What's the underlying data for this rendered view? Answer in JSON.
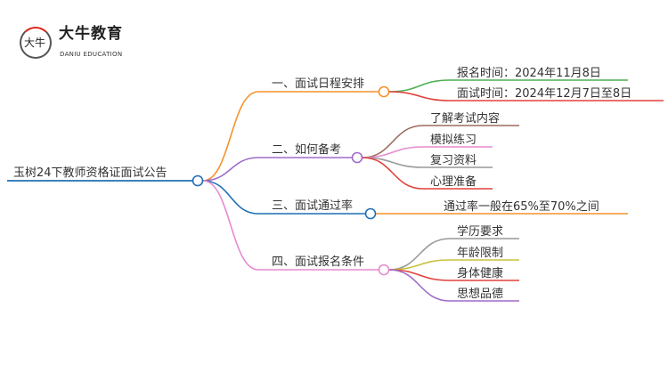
{
  "logo": {
    "name": "大牛教育",
    "subtitle": "DANIU EDUCATION",
    "mark": "大牛"
  },
  "root": {
    "label": "玉树24下教师资格证面试公告",
    "color": "#1f6fb5"
  },
  "branches": [
    {
      "label": "一、面试日程安排",
      "color": "#f5922f",
      "children": [
        {
          "label": "报名时间：2024年11月8日",
          "color": "#4caf50"
        },
        {
          "label": "面试时间：2024年12月7日至8日",
          "color": "#e0413c"
        }
      ]
    },
    {
      "label": "二、如何备考",
      "color": "#a06cc8",
      "children": [
        {
          "label": "了解考试内容",
          "color": "#9b6b5c"
        },
        {
          "label": "模拟练习",
          "color": "#e88ad0"
        },
        {
          "label": "复习资料",
          "color": "#999999"
        },
        {
          "label": "心理准备",
          "color": "#e0413c"
        }
      ]
    },
    {
      "label": "三、面试通过率",
      "color": "#1f6fb5",
      "children": [
        {
          "label": "通过率一般在65%至70%之间",
          "color": "#f5922f"
        }
      ]
    },
    {
      "label": "四、面试报名条件",
      "color": "#e88ad0",
      "children": [
        {
          "label": "学历要求",
          "color": "#999999"
        },
        {
          "label": "年龄限制",
          "color": "#c8c23a"
        },
        {
          "label": "身体健康",
          "color": "#e0413c"
        },
        {
          "label": "思想品德",
          "color": "#a06cc8"
        }
      ]
    }
  ]
}
